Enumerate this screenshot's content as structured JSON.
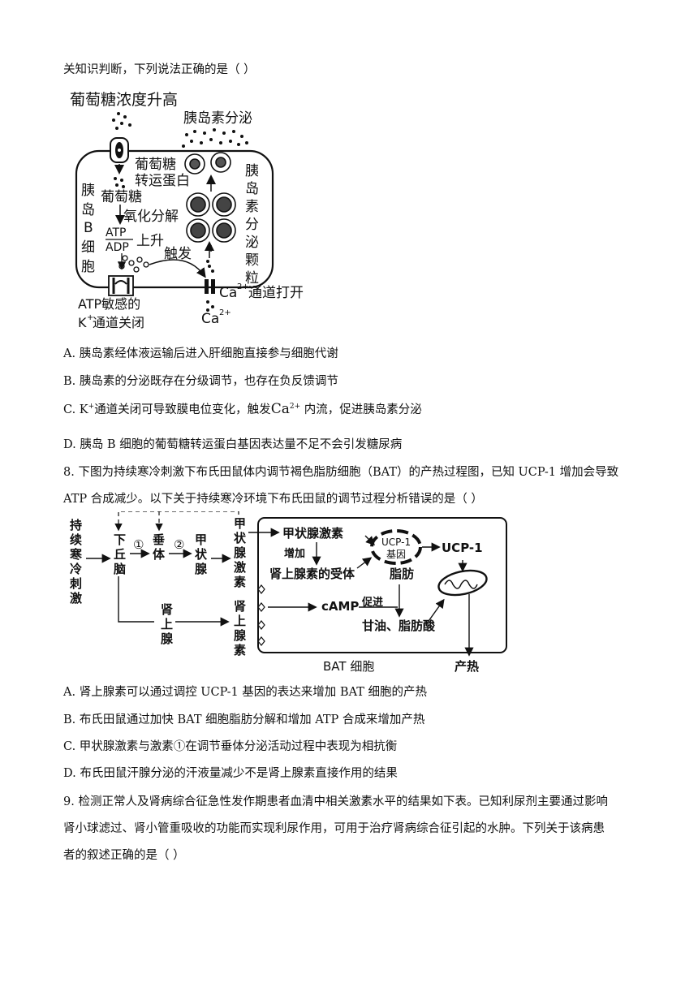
{
  "q7": {
    "intro": "关知识判断，下列说法正确的是（        ）",
    "figure": {
      "glucose_rise": "葡萄糖浓度升高",
      "insulin_secretion": "胰岛素分泌",
      "transporter": [
        "葡萄糖",
        "转运蛋白"
      ],
      "cell_label": [
        "胰",
        "岛",
        "B",
        "细",
        "胞"
      ],
      "glucose": "葡萄糖",
      "oxidation": "氧化分解",
      "atp": "ATP",
      "adp": "ADP",
      "rise": "上升",
      "trigger": "触发",
      "granule": [
        "胰",
        "岛",
        "素",
        "分",
        "泌",
        "颗",
        "粒"
      ],
      "ca_channel": "通道打开",
      "ca": "Ca",
      "ca_sup": "2+",
      "k_channel_1": "ATP敏感的",
      "k_channel_2": "K",
      "k_channel_2_sup": "+",
      "k_channel_3": "通道关闭"
    },
    "options": {
      "A": "A.  胰岛素经体液运输后进入肝细胞直接参与细胞代谢",
      "B": "B.  胰岛素的分泌既存在分级调节，也存在负反馈调节",
      "C_pre": "C. K",
      "C_sup": "+",
      "C_mid": "通道关闭可导致膜电位变化，触发",
      "C_ca": "Ca",
      "C_ca_sup": "2+",
      "C_post": " 内流，促进胰岛素分泌",
      "D": "D.  胰岛 B 细胞的葡萄糖转运蛋白基因表达量不足不会引发糖尿病"
    }
  },
  "q8": {
    "stem_1": "8. 下图为持续寒冷刺激下布氏田鼠体内调节褐色脂肪细胞（BAT）的产热过程图，已知 UCP-1 增加会导致",
    "stem_2": "ATP 合成减少。以下关于持续寒冷环境下布氏田鼠的调节过程分析错误的是（        ）",
    "figure": {
      "stimulus": [
        "持",
        "续",
        "寒",
        "冷",
        "刺",
        "激"
      ],
      "hypothalamus": [
        "下",
        "丘",
        "脑"
      ],
      "pituitary": [
        "垂",
        "体"
      ],
      "thyroid": [
        "甲",
        "状",
        "腺"
      ],
      "thyroid_hormone_v": [
        "甲",
        "状",
        "腺",
        "激",
        "素"
      ],
      "adrenaline_v": [
        "肾",
        "上",
        "腺",
        "素"
      ],
      "adrenal": [
        "肾",
        "上",
        "腺"
      ],
      "step1": "①",
      "step2": "②",
      "thyroid_hormone": "甲状腺激素",
      "increase": "增加",
      "receptor": "肾上腺素的受体",
      "gene_1": "UCP-1",
      "gene_2": "基因",
      "ucp": "UCP-1",
      "fat": "脂肪",
      "camp": "cAMP",
      "promote": "促进",
      "products": "甘油、脂肪酸",
      "bat_cell": "BAT 细胞",
      "heat": "产热"
    },
    "options": {
      "A": "A.  肾上腺素可以通过调控 UCP-1 基因的表达来增加 BAT 细胞的产热",
      "B": "B.  布氏田鼠通过加快 BAT 细胞脂肪分解和增加 ATP 合成来增加产热",
      "C": "C.  甲状腺激素与激素①在调节垂体分泌活动过程中表现为相抗衡",
      "D": "D.  布氏田鼠汗腺分泌的汗液量减少不是肾上腺素直接作用的结果"
    }
  },
  "q9": {
    "stem_1": "9. 检测正常人及肾病综合征急性发作期患者血清中相关激素水平的结果如下表。已知利尿剂主要通过影响",
    "stem_2": "肾小球滤过、肾小管重吸收的功能而实现利尿作用，可用于治疗肾病综合征引起的水肿。下列关于该病患",
    "stem_3": "者的叙述正确的是（        ）"
  }
}
